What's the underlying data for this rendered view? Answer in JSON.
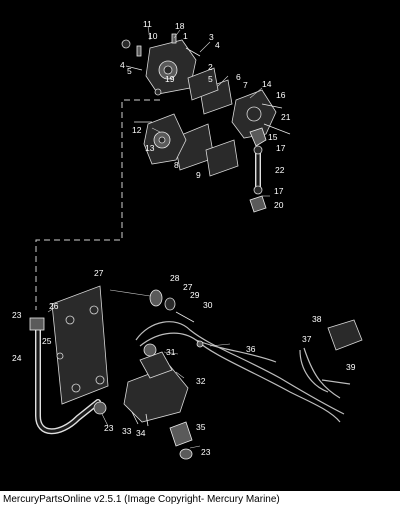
{
  "diagram": {
    "callouts": [
      "11",
      "18",
      "10",
      "1",
      "3",
      "4",
      "2",
      "5",
      "4",
      "5",
      "19",
      "6",
      "7",
      "14",
      "16",
      "12",
      "21",
      "13",
      "15",
      "17",
      "8",
      "22",
      "9",
      "17",
      "20",
      "27",
      "28",
      "27",
      "29",
      "30",
      "26",
      "23",
      "38",
      "25",
      "37",
      "36",
      "31",
      "24",
      "32",
      "39",
      "23",
      "33",
      "34",
      "35",
      "23"
    ]
  },
  "footer": {
    "text": "MercuryPartsOnline v2.5.1 (Image Copyright- Mercury Marine)"
  }
}
